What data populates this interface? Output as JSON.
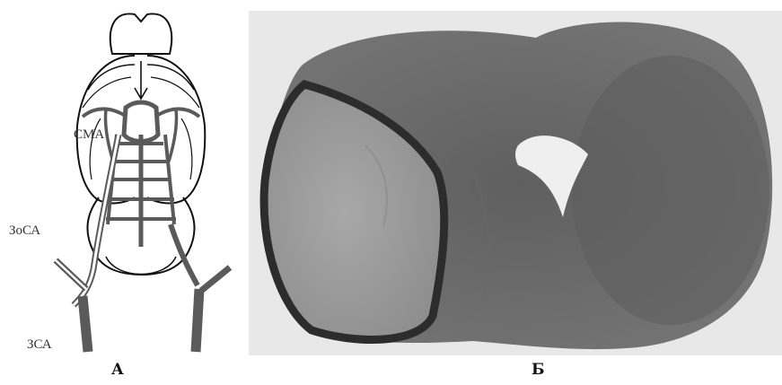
{
  "figure": {
    "panel_a": {
      "caption": "А",
      "labels": {
        "cma": "СМА",
        "zosa": "ЗоСА",
        "zsa": "ЗСА"
      }
    },
    "panel_b": {
      "caption": "Б"
    }
  },
  "colors": {
    "vessel": "#5a5a5a",
    "outline": "#111111",
    "section_dark": "#6e6e6e",
    "section_light": "#9a9a9a",
    "infarct_border": "#2c2c2c",
    "background": "#e8e8e8"
  }
}
